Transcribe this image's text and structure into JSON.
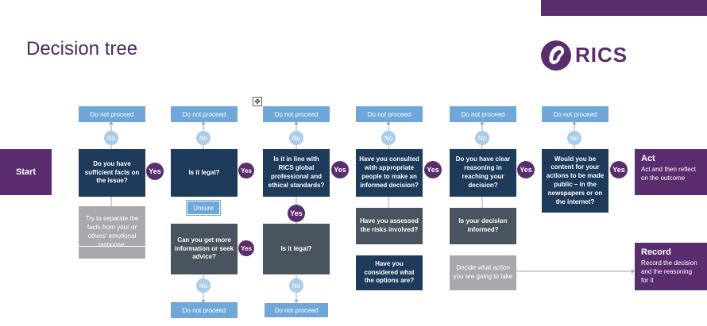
{
  "title": "Decision tree",
  "logo": {
    "text": "RICS"
  },
  "start_label": "Start",
  "dnp_label": "Do not proceed",
  "no_label": "No",
  "yes_label": "Yes",
  "unsure_label": "Unsure",
  "questions": [
    "Do you have sufficient facts on the issue?",
    "Is it legal?",
    "Is it in line with RICS global professional and ethical standards?",
    "Have you consulted with appropriate people to make an informed decision?",
    "Do you have clear reasoning in reaching your decision?",
    "Would you be content for your actions to be made public – in the newspapers or on the internet?"
  ],
  "sub_boxes": {
    "separate": "Try to separate the facts from your or others’ emotional response.",
    "more_info": "Can you get more information or seek advice?",
    "is_legal_2": "Is it legal?",
    "risks": "Have you assessed the risks involved?",
    "considered": "Have you considered what the options are?",
    "informed": "Is your decision informed?",
    "decide": "Decide what action you are going to take"
  },
  "act": {
    "heading": "Act",
    "text": "Act and then reflect on the outcome"
  },
  "record": {
    "heading": "Record",
    "text": "Record the decision and the reasoning for it"
  },
  "colors": {
    "purple": "#5a2d6e",
    "navy": "#1f3b5c",
    "grey": "#4a545e",
    "lightgrey": "#a7a9ac",
    "lightblue": "#6fa7d8",
    "paleblue": "#a9cde8"
  }
}
